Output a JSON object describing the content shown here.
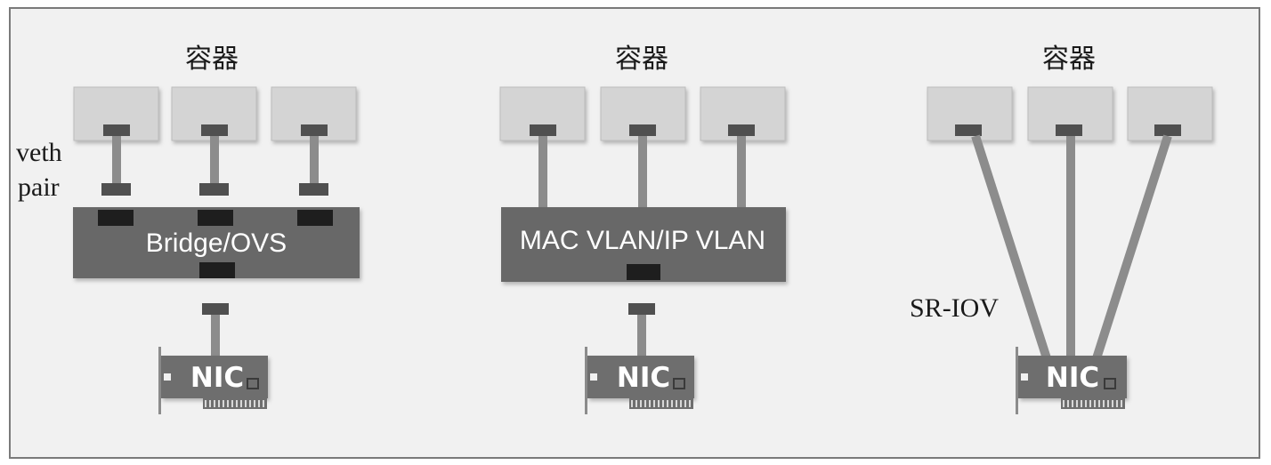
{
  "panels": [
    {
      "container_label": "容器",
      "switch_label": "Bridge/OVS",
      "nic_label": "NIC"
    },
    {
      "container_label": "容器",
      "switch_label": "MAC VLAN/IP VLAN",
      "nic_label": "NIC"
    },
    {
      "container_label": "容器",
      "nic_label": "NIC",
      "side_label": "SR-IOV"
    }
  ],
  "veth_label_line1": "veth",
  "veth_label_line2": "pair",
  "colors": {
    "background": "#f1f1f1",
    "container_box": "#d4d4d4",
    "switch_box": "#676767",
    "port": "#505050",
    "port_dark": "#1e1e1e",
    "link": "#8c8c8c",
    "nic": "#6e6e6e"
  }
}
